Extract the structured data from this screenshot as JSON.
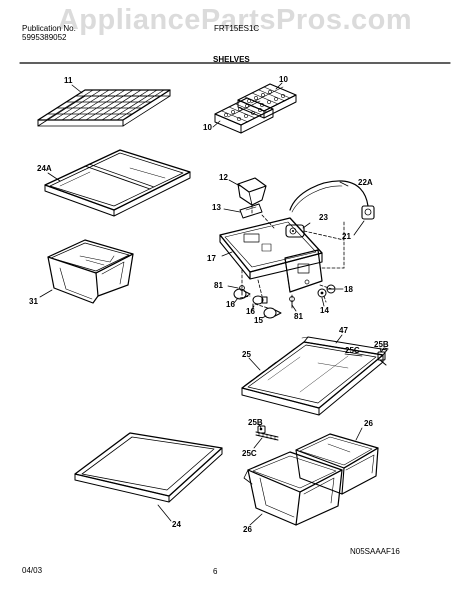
{
  "watermark": "AppliancePartsPros.com",
  "header": {
    "publication_line": "Publication No.",
    "publication_number": "5995389052",
    "model": "FRT15ES1C",
    "section_title": "SHELVES"
  },
  "callouts": {
    "p11": "11",
    "p10a": "10",
    "p10b": "10",
    "p24a": "24A",
    "p31": "31",
    "p12": "12",
    "p13": "13",
    "p22a": "22A",
    "p23": "23",
    "p21": "21",
    "p17": "17",
    "p81a": "81",
    "p16a": "16",
    "p16b": "16",
    "p15": "15",
    "p81b": "81",
    "p14": "14",
    "p18": "18",
    "p47": "47",
    "p25": "25",
    "p25c_a": "25C",
    "p25b_a": "25B",
    "p25b_b": "25B",
    "p25c_b": "25C",
    "p26a": "26",
    "p26b": "26",
    "p24": "24"
  },
  "footer": {
    "date": "04/03",
    "page": "6",
    "figure_code": "N05SAAAF16"
  }
}
